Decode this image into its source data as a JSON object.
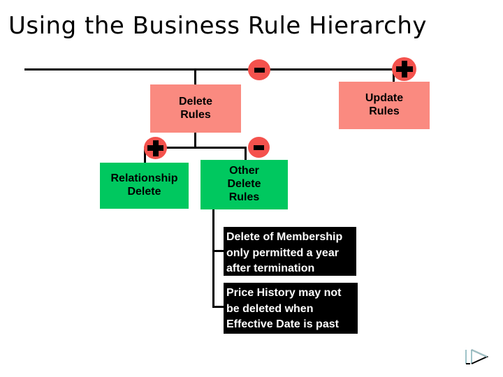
{
  "slide": {
    "title": "Using the Business Rule Hierarchy",
    "colors": {
      "salmon": "#fa8a80",
      "green": "#00c85f",
      "badge_red": "#f4524d",
      "note_background": "#000000",
      "note_text": "#ffffff",
      "line": "#000000"
    }
  },
  "nodes": {
    "delete_rules": {
      "line1": "Delete",
      "line2": "Rules"
    },
    "update_rules": {
      "line1": "Update",
      "line2": "Rules"
    },
    "relationship_delete": {
      "line1": "Relationship",
      "line2": "Delete"
    },
    "other_delete_rules": {
      "line1": "Other",
      "line2": "Delete",
      "line3": "Rules"
    }
  },
  "notes": [
    {
      "line1": "Delete of Membership",
      "line2": "only permitted a year",
      "line3": "after termination"
    },
    {
      "line1": "Price History may not",
      "line2": "be deleted when",
      "line3": "Effective Date is past"
    }
  ],
  "badges": {
    "delete_rules_toggle": "minus",
    "update_rules_toggle": "plus",
    "relationship_delete_toggle": "plus",
    "other_delete_rules_toggle": "minus"
  },
  "navigation": {
    "next_label": "next-slide"
  }
}
